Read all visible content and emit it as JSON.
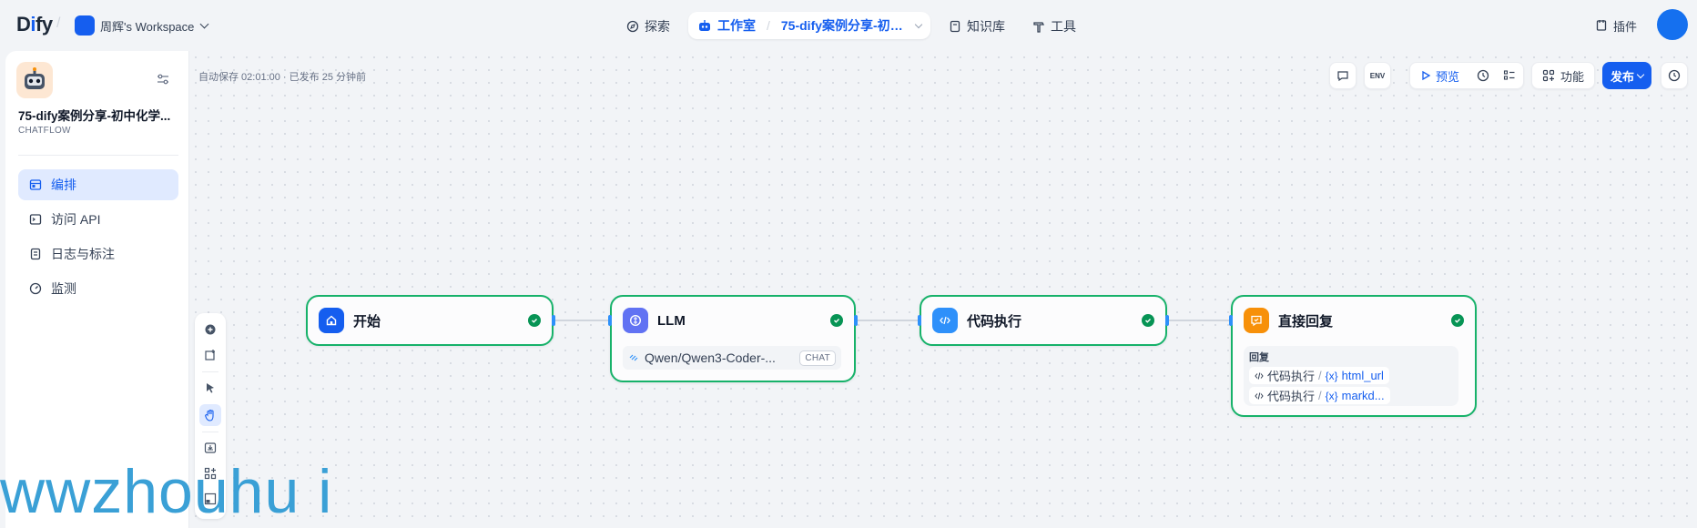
{
  "header": {
    "logo": {
      "prefix": "D",
      "i": "i",
      "suffix": "fy"
    },
    "workspace": "周辉's Workspace",
    "nav": {
      "explore": "探索",
      "studio": "工作室",
      "current_app": "75-dify案例分享-初中...",
      "knowledge": "知识库",
      "tools": "工具"
    },
    "plugins": "插件",
    "colors": {
      "accent": "#155eef",
      "avatar": "#1570ef"
    }
  },
  "sidebar": {
    "app_name": "75-dify案例分享-初中化学...",
    "app_mode": "CHATFLOW",
    "items": [
      {
        "label": "编排",
        "icon": "layout-icon",
        "active": true
      },
      {
        "label": "访问 API",
        "icon": "terminal-icon",
        "active": false
      },
      {
        "label": "日志与标注",
        "icon": "log-icon",
        "active": false
      },
      {
        "label": "监测",
        "icon": "monitor-icon",
        "active": false
      }
    ]
  },
  "canvas": {
    "autosave": "自动保存 02:01:00 · 已发布 25 分钟前",
    "toolbar": {
      "env_label": "ENV",
      "preview": "预览",
      "features": "功能",
      "publish": "发布"
    },
    "nodes": {
      "start": {
        "title": "开始",
        "status": "success"
      },
      "llm": {
        "title": "LLM",
        "model": "Qwen/Qwen3-Coder-...",
        "mode_tag": "CHAT",
        "status": "success"
      },
      "code": {
        "title": "代码执行",
        "status": "success"
      },
      "answer": {
        "title": "直接回复",
        "label": "回复",
        "vars": [
          {
            "node": "代码执行",
            "sep": "/",
            "x": "{x}",
            "name": "html_url"
          },
          {
            "node": "代码执行",
            "sep": "/",
            "x": "{x}",
            "name": "markd..."
          }
        ],
        "status": "success"
      }
    },
    "colors": {
      "success": "#17b26a",
      "start_icon": "#155eef",
      "llm_icon": "#6172f3",
      "code_icon": "#2e90fa",
      "answer_icon": "#f79009"
    }
  },
  "watermark": "wwzhouhu i"
}
